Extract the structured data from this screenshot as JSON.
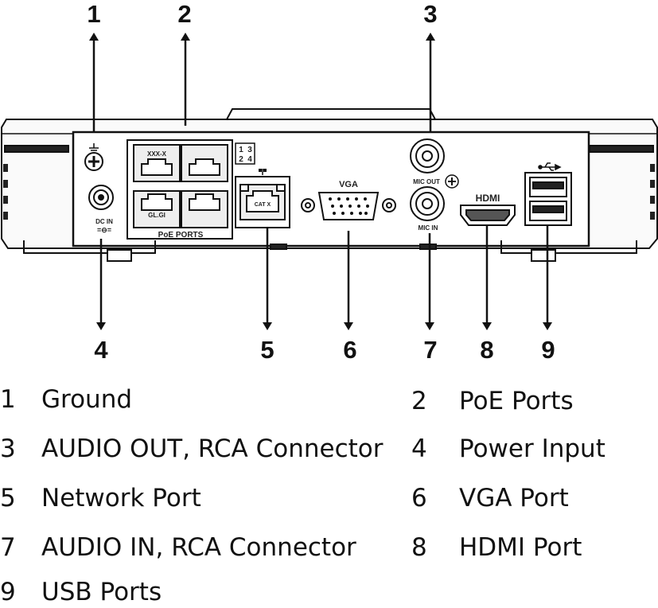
{
  "callouts": [
    "1",
    "2",
    "3",
    "4",
    "5",
    "6",
    "7",
    "8",
    "9"
  ],
  "panel_labels": {
    "poe_ports": "PoE PORTS",
    "poe_left_top": "XXX-X",
    "poe_left_bottom": "GL.GI",
    "grid_numbers": [
      "1",
      "3",
      "2",
      "4"
    ],
    "network_tag": "CAT X",
    "vga": "VGA",
    "mic_out": "MIC OUT",
    "mic_in": "MIC IN",
    "hdmi": "HDMI",
    "dc_in": "DC IN",
    "dc_polarity": "=⊖="
  },
  "legend": [
    {
      "num": "1",
      "label": "Ground"
    },
    {
      "num": "2",
      "label": "PoE Ports"
    },
    {
      "num": "3",
      "label": "AUDIO OUT, RCA Connector"
    },
    {
      "num": "4",
      "label": "Power Input"
    },
    {
      "num": "5",
      "label": "Network Port"
    },
    {
      "num": "6",
      "label": "VGA Port"
    },
    {
      "num": "7",
      "label": "AUDIO IN, RCA Connector"
    },
    {
      "num": "8",
      "label": "HDMI Port"
    },
    {
      "num": "9",
      "label": "USB Ports"
    }
  ]
}
